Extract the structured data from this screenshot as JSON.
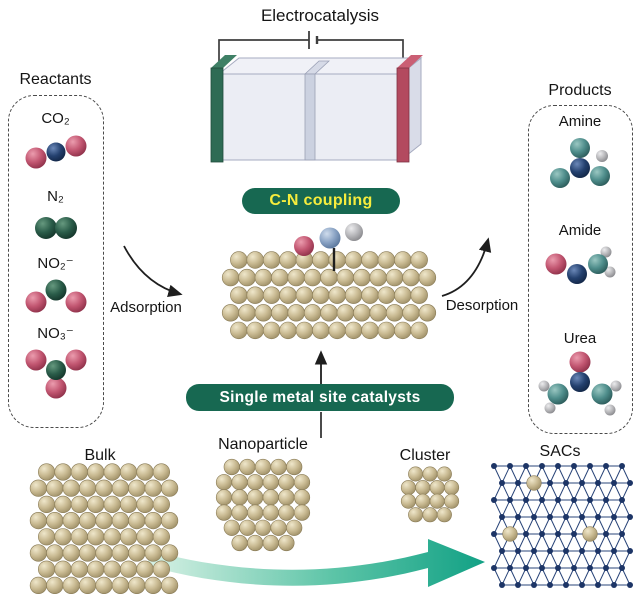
{
  "colors": {
    "badge_green": "#176851",
    "badge_yellow_text": "#f6ec3d",
    "sphere_tan": "#c9ba92",
    "sphere_navy": "#24416f",
    "sphere_pink": "#c25671",
    "sphere_dark_green": "#2a5c49",
    "sphere_teal": "#4e8d8b",
    "sphere_gray": "#b7b7ba",
    "electrode_left_green": "#2e6b54",
    "electrode_right_red": "#b34a5f",
    "lattice_navy": "#1d3566",
    "arrow_teal": "#12a185"
  },
  "header": {
    "title": "Electrocatalysis"
  },
  "badges": {
    "cn_coupling": "C-N coupling",
    "single_metal_site": "Single metal site catalysts"
  },
  "process": {
    "adsorption": "Adsorption",
    "desorption": "Desorption"
  },
  "reactants": {
    "title": "Reactants",
    "items": [
      {
        "label": "CO₂",
        "icon": "co2-molecule"
      },
      {
        "label": "N₂",
        "icon": "n2-molecule"
      },
      {
        "label": "NO₂⁻",
        "icon": "no2-molecule"
      },
      {
        "label": "NO₃⁻",
        "icon": "no3-molecule"
      }
    ]
  },
  "products": {
    "title": "Products",
    "items": [
      {
        "label": "Amine",
        "icon": "amine-molecule"
      },
      {
        "label": "Amide",
        "icon": "amide-molecule"
      },
      {
        "label": "Urea",
        "icon": "urea-molecule"
      }
    ]
  },
  "catalyst_scale": {
    "items": [
      {
        "label": "Bulk"
      },
      {
        "label": "Nanoparticle"
      },
      {
        "label": "Cluster"
      },
      {
        "label": "SACs"
      }
    ]
  }
}
